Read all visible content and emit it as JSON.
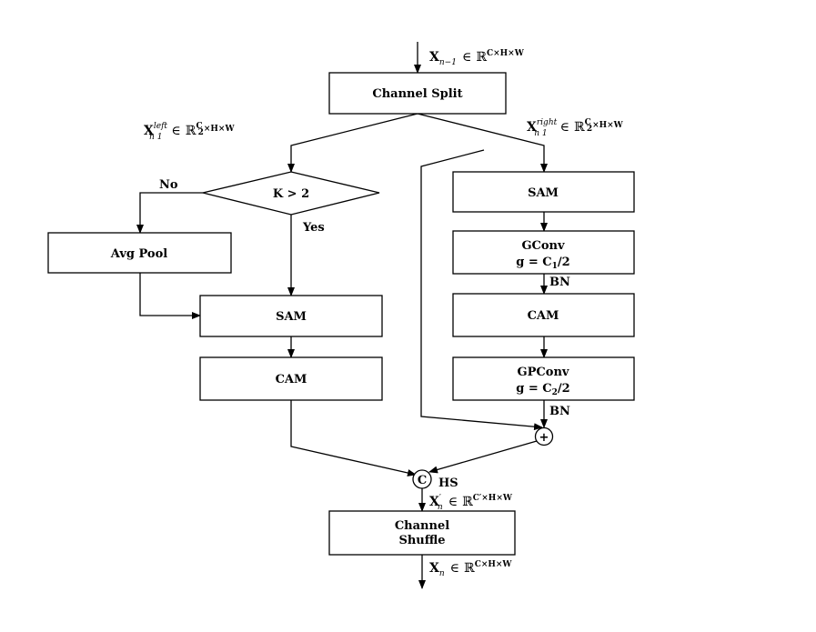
{
  "nodes": {
    "channel_split": "Channel Split",
    "decision": "K > 2",
    "avg_pool": "Avg Pool",
    "sam_left": "SAM",
    "cam_left": "CAM",
    "sam_right": "SAM",
    "gconv_line1": "GConv",
    "gconv_line2_prefix": "g = C",
    "gconv_line2_sub": "1",
    "gconv_line2_suffix": "/2",
    "cam_right": "CAM",
    "gpconv_line1": "GPConv",
    "gpconv_line2_prefix": "g = C",
    "gpconv_line2_sub": "2",
    "gpconv_line2_suffix": "/2",
    "channel_shuffle_line1": "Channel",
    "channel_shuffle_line2": "Shuffle",
    "concat_symbol": "C",
    "add_symbol": "+"
  },
  "edge_labels": {
    "no": "No",
    "yes": "Yes",
    "bn1": "BN",
    "bn2": "BN",
    "hs": "HS"
  },
  "math": {
    "input": {
      "var": "X",
      "sub": "n−1",
      "in": "∈",
      "space": "ℝ",
      "dims": "C×H×W"
    },
    "left": {
      "var": "X",
      "sup": "left",
      "sub": "n 1",
      "in": "∈",
      "space": "ℝ",
      "dims_frac_num": "C",
      "dims_frac_den": "2",
      "dims_rest": "×H×W"
    },
    "right": {
      "var": "X",
      "sup": "right",
      "sub": "n 1",
      "in": "∈",
      "space": "ℝ",
      "dims_frac_num": "C",
      "dims_frac_den": "2",
      "dims_rest": "×H×W"
    },
    "mid": {
      "var": "X",
      "sub": "n",
      "prime": "′",
      "in": "∈",
      "space": "ℝ",
      "dims": "C′×H×W"
    },
    "output": {
      "var": "X",
      "sub": "n",
      "in": "∈",
      "space": "ℝ",
      "dims": "C×H×W"
    }
  }
}
